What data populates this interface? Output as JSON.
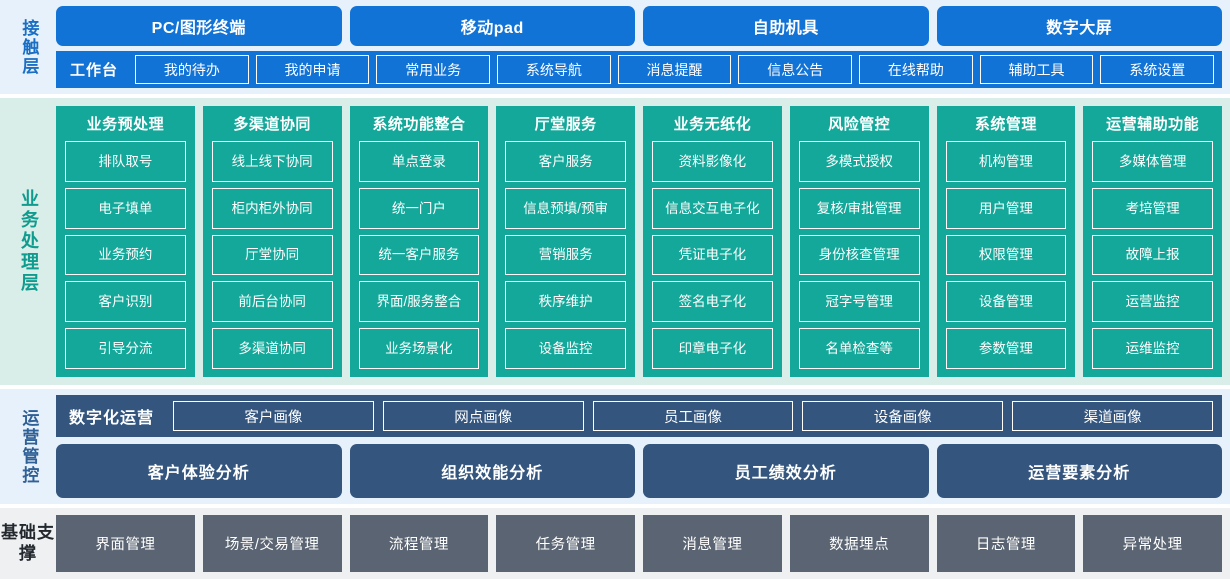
{
  "layers": {
    "touch": {
      "label": "接触层",
      "channels": [
        "PC/图形终端",
        "移动pad",
        "自助机具",
        "数字大屏"
      ],
      "workbench_title": "工作台",
      "workbench_items": [
        "我的待办",
        "我的申请",
        "常用业务",
        "系统导航",
        "消息提醒",
        "信息公告",
        "在线帮助",
        "辅助工具",
        "系统设置"
      ]
    },
    "business": {
      "label": "业务处理层",
      "columns": [
        {
          "title": "业务预处理",
          "items": [
            "排队取号",
            "电子填单",
            "业务预约",
            "客户识别",
            "引导分流"
          ]
        },
        {
          "title": "多渠道协同",
          "items": [
            "线上线下协同",
            "柜内柜外协同",
            "厅堂协同",
            "前后台协同",
            "多渠道协同"
          ]
        },
        {
          "title": "系统功能整合",
          "items": [
            "单点登录",
            "统一门户",
            "统一客户服务",
            "界面/服务整合",
            "业务场景化"
          ]
        },
        {
          "title": "厅堂服务",
          "items": [
            "客户服务",
            "信息预填/预审",
            "营销服务",
            "秩序维护",
            "设备监控"
          ]
        },
        {
          "title": "业务无纸化",
          "items": [
            "资料影像化",
            "信息交互电子化",
            "凭证电子化",
            "签名电子化",
            "印章电子化"
          ]
        },
        {
          "title": "风险管控",
          "items": [
            "多模式授权",
            "复核/审批管理",
            "身份核查管理",
            "冠字号管理",
            "名单检查等"
          ]
        },
        {
          "title": "系统管理",
          "items": [
            "机构管理",
            "用户管理",
            "权限管理",
            "设备管理",
            "参数管理"
          ]
        },
        {
          "title": "运营辅助功能",
          "items": [
            "多媒体管理",
            "考培管理",
            "故障上报",
            "运营监控",
            "运维监控"
          ]
        }
      ]
    },
    "operation": {
      "label": "运营管控",
      "digital_title": "数字化运营",
      "portraits": [
        "客户画像",
        "网点画像",
        "员工画像",
        "设备画像",
        "渠道画像"
      ],
      "analyses": [
        "客户体验分析",
        "组织效能分析",
        "员工绩效分析",
        "运营要素分析"
      ]
    },
    "base": {
      "label": "基础支撑",
      "items": [
        "界面管理",
        "场景/交易管理",
        "流程管理",
        "任务管理",
        "消息管理",
        "数据埋点",
        "日志管理",
        "异常处理"
      ]
    }
  },
  "colors": {
    "touch_band_bg": "#e7f1fb",
    "touch_blue": "#1273d6",
    "business_band_bg": "#d9eee9",
    "business_green": "#14a89a",
    "ops_band_bg": "#e7f1fb",
    "ops_dark_blue": "#33557e",
    "base_band_bg": "#eef0f2",
    "base_gray": "#5a6472"
  }
}
